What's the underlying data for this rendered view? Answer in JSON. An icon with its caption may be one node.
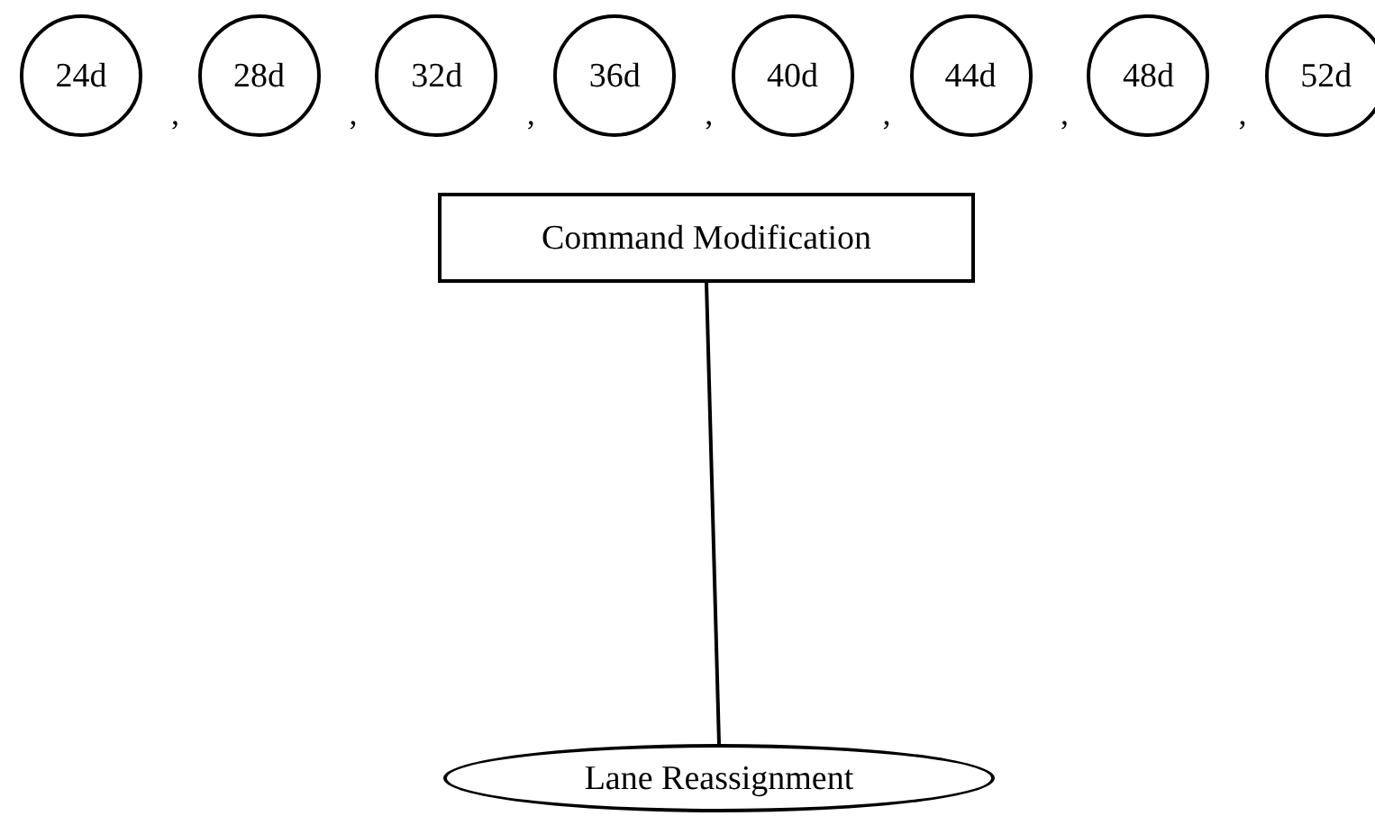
{
  "diagram": {
    "nodes": [
      {
        "text": [
          "24d"
        ]
      },
      {
        "text": [
          "28d"
        ]
      },
      {
        "text": [
          "32d"
        ]
      },
      {
        "text": [
          "36d"
        ]
      },
      {
        "text": [
          "40d"
        ]
      },
      {
        "text": [
          "44d"
        ]
      },
      {
        "text": [
          "48d"
        ]
      },
      {
        "text": [
          "52d"
        ]
      },
      {
        "text": [
          "Command Modification"
        ]
      },
      {
        "text": [
          "Lane Reassignment"
        ]
      }
    ],
    "edges": [
      {
        "from": 8,
        "to": 9,
        "arrow": "none"
      }
    ],
    "labels": [
      ",",
      ",",
      ",",
      ",",
      ",",
      ",",
      ","
    ]
  }
}
